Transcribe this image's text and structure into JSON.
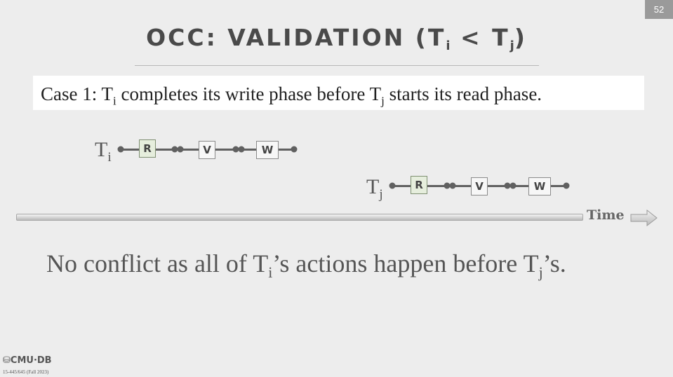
{
  "slide_number": "52",
  "title": {
    "main": "OCC: VALIDATION (T",
    "sub1": "i",
    "mid": " < T",
    "sub2": "j",
    "end": ")"
  },
  "case_text": {
    "part1": "Case 1:  T",
    "sub1": "i",
    "part2": " completes its write phase before T",
    "sub2": "j",
    "part3": " starts its read phase."
  },
  "transactions": [
    {
      "label": "T",
      "sub": "i",
      "phases": [
        "R",
        "V",
        "W"
      ]
    },
    {
      "label": "T",
      "sub": "j",
      "phases": [
        "R",
        "V",
        "W"
      ]
    }
  ],
  "timeline": {
    "label": "Time"
  },
  "conclusion": {
    "part1": "No conflict as all of T",
    "sub1": "i",
    "part2": "’s actions happen before T",
    "sub2": "j",
    "part3": "’s."
  },
  "footer": {
    "logo_text": "CMU·DB",
    "course_text": "15-445/645 (Fall 2023)"
  },
  "colors": {
    "background": "#ededed",
    "read_phase_fill": "#e6eedd"
  }
}
